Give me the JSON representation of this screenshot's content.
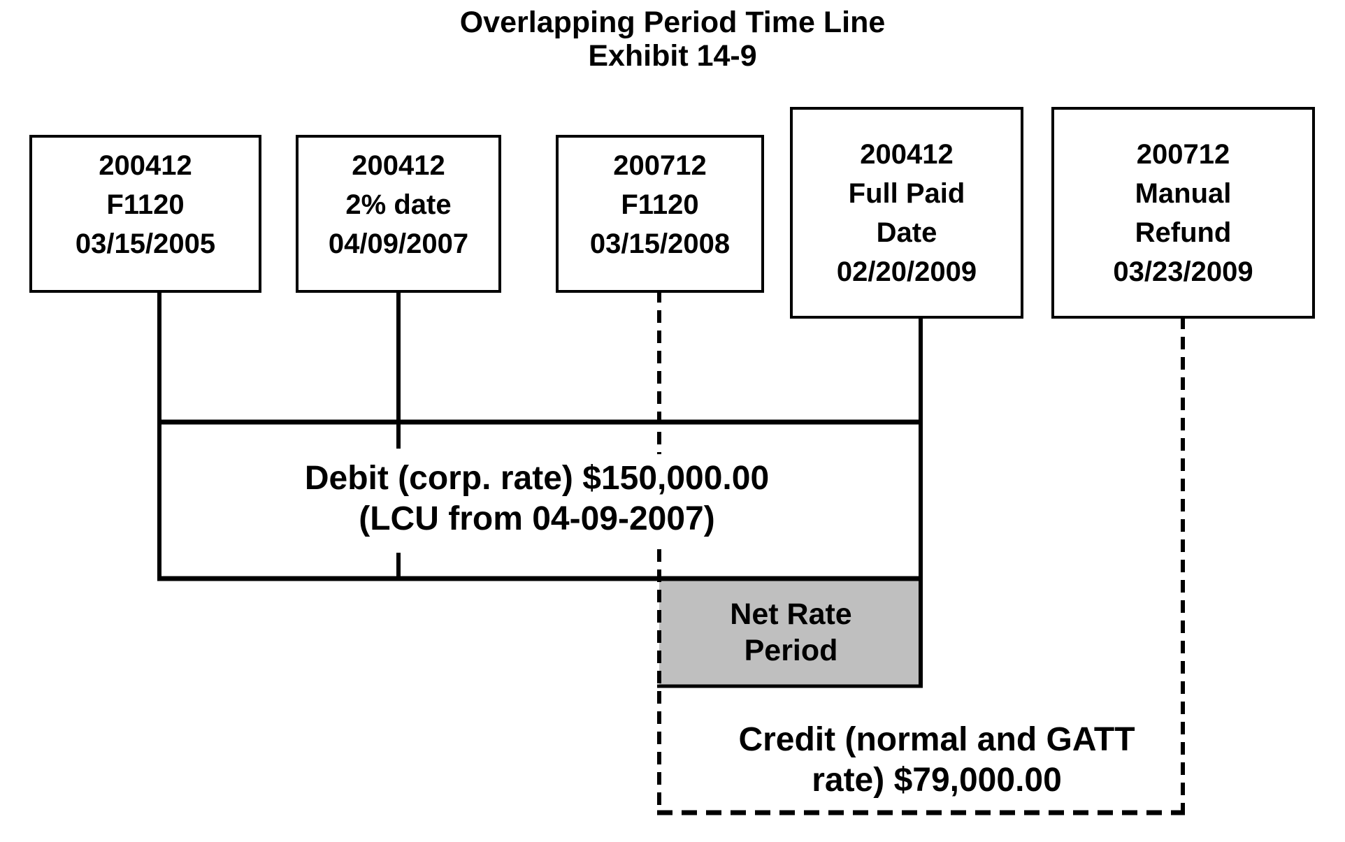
{
  "title": {
    "line1": "Overlapping Period Time Line",
    "line2": "Exhibit 14-9"
  },
  "boxes": [
    {
      "id": "200412-f1120",
      "text": "200412\nF1120\n03/15/2005"
    },
    {
      "id": "200412-2pct-date",
      "text": "200412\n2% date\n04/09/2007"
    },
    {
      "id": "200712-f1120",
      "text": "200712\nF1120\n03/15/2008"
    },
    {
      "id": "200412-full-paid",
      "text": "200412\nFull Paid\nDate\n02/20/2009"
    },
    {
      "id": "200712-manual-refund",
      "text": "200712\nManual\nRefund\n03/23/2009"
    }
  ],
  "annotations": {
    "debit": "Debit (corp. rate) $150,000.00\n(LCU from 04-09-2007)",
    "net_rate": "Net Rate\nPeriod",
    "credit": "Credit (normal and GATT\nrate) $79,000.00"
  },
  "colors": {
    "line": "#000000",
    "net_rate_fill": "#bfbfbf",
    "background": "#ffffff"
  }
}
